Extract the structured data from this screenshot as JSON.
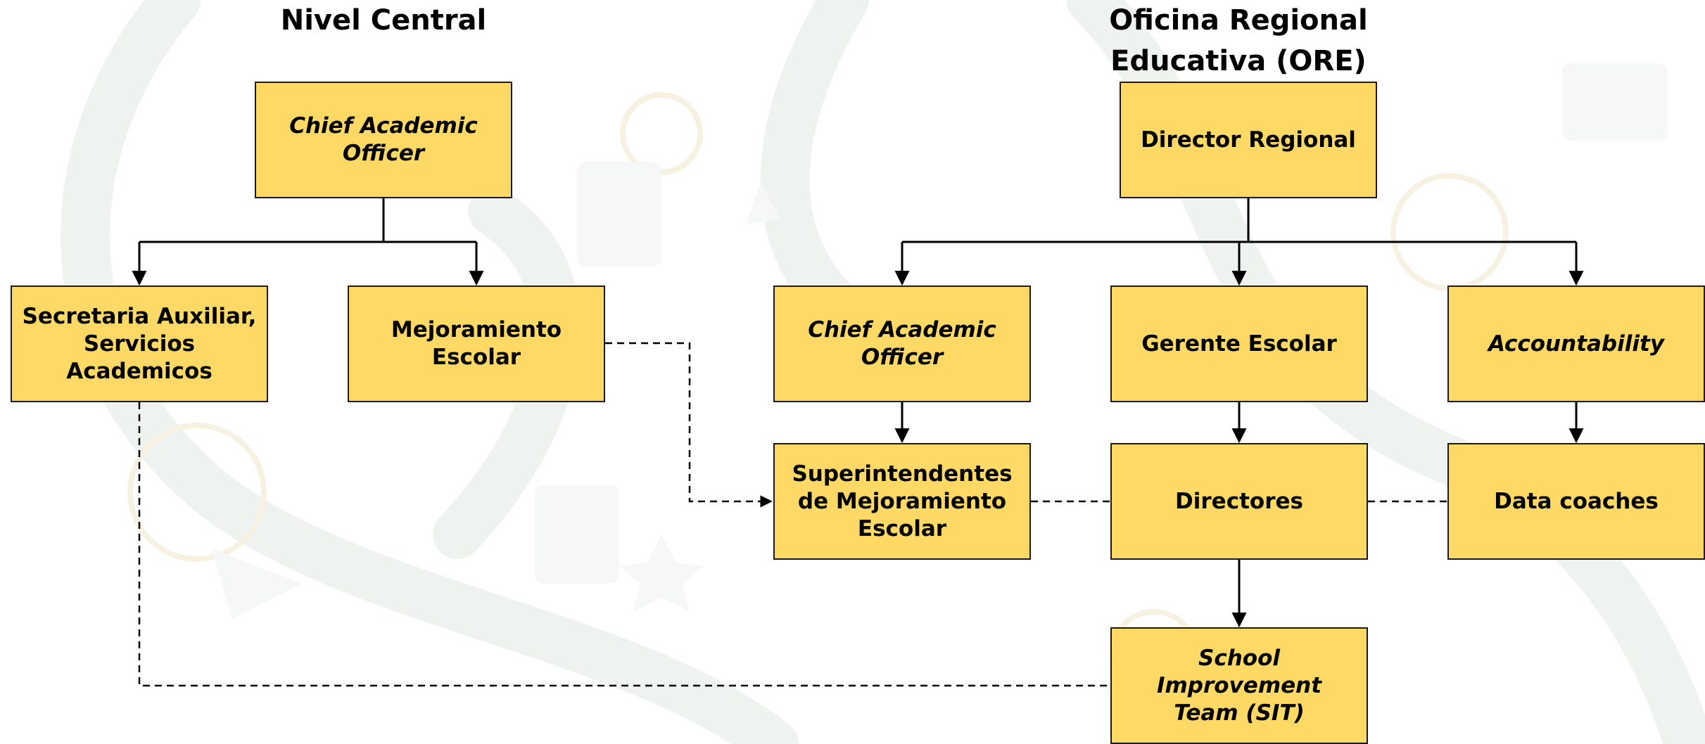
{
  "colors": {
    "box_fill": "#ffd966",
    "box_border": "#1a1a1a",
    "connector": "#000000",
    "background_pattern": "#f1f5f3"
  },
  "headings": {
    "central": "Nivel Central",
    "regional": "Oficina Regional Educativa (ORE)"
  },
  "nodes": {
    "central_cao": "Chief Academic Officer",
    "secretaria": "Secretaria Auxiliar, Servicios Academicos",
    "mejoramiento": "Mejoramiento Escolar",
    "director_regional": "Director Regional",
    "regional_cao": "Chief Academic Officer",
    "gerente": "Gerente Escolar",
    "accountability": "Accountability",
    "superintendentes": "Superintendentes de Mejoramiento Escolar",
    "directores": "Directores",
    "data_coaches": "Data coaches",
    "sit": "School Improvement Team (SIT)"
  },
  "edges": {
    "solid": [
      [
        "central_cao",
        "secretaria"
      ],
      [
        "central_cao",
        "mejoramiento"
      ],
      [
        "director_regional",
        "regional_cao"
      ],
      [
        "director_regional",
        "gerente"
      ],
      [
        "director_regional",
        "accountability"
      ],
      [
        "regional_cao",
        "superintendentes"
      ],
      [
        "gerente",
        "directores"
      ],
      [
        "accountability",
        "data_coaches"
      ],
      [
        "directores",
        "sit"
      ]
    ],
    "dashed": [
      [
        "mejoramiento",
        "superintendentes"
      ],
      [
        "superintendentes",
        "directores"
      ],
      [
        "directores",
        "data_coaches"
      ],
      [
        "secretaria",
        "sit"
      ]
    ]
  }
}
